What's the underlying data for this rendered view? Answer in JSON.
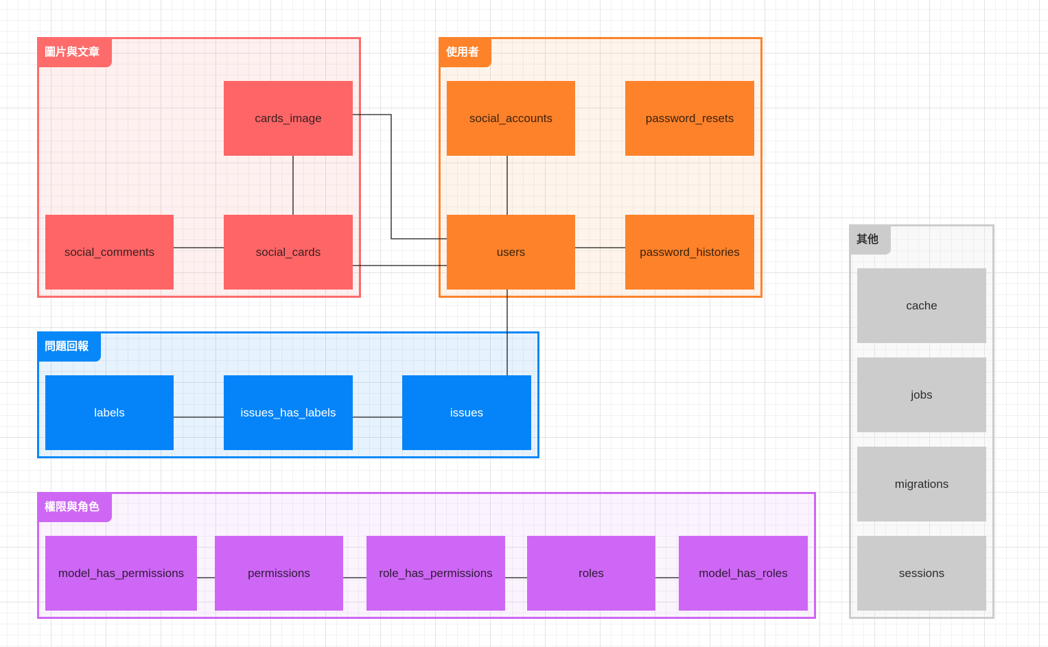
{
  "colors": {
    "red": "#fe6b6b",
    "orange": "#fe8229",
    "blue": "#0887f8",
    "purple": "#cd67f4",
    "gray": "#cccccc",
    "connector": "#1a1a1a"
  },
  "groups": {
    "images_posts": {
      "label": "圖片與文章"
    },
    "users": {
      "label": "使用者"
    },
    "issues": {
      "label": "問題回報"
    },
    "permissions_roles": {
      "label": "權限與角色"
    },
    "other": {
      "label": "其他"
    }
  },
  "tables": {
    "cards_image": "cards_image",
    "social_comments": "social_comments",
    "social_cards": "social_cards",
    "social_accounts": "social_accounts",
    "password_resets": "password_resets",
    "users": "users",
    "password_histories": "password_histories",
    "labels": "labels",
    "issues_has_labels": "issues_has_labels",
    "issues": "issues",
    "model_has_permissions": "model_has_permissions",
    "permissions": "permissions",
    "role_has_permissions": "role_has_permissions",
    "roles": "roles",
    "model_has_roles": "model_has_roles",
    "cache": "cache",
    "jobs": "jobs",
    "migrations": "migrations",
    "sessions": "sessions"
  },
  "relations": [
    [
      "cards_image",
      "social_cards"
    ],
    [
      "social_comments",
      "social_cards"
    ],
    [
      "cards_image",
      "users"
    ],
    [
      "social_cards",
      "users"
    ],
    [
      "social_accounts",
      "users"
    ],
    [
      "users",
      "password_histories"
    ],
    [
      "users",
      "issues"
    ],
    [
      "labels",
      "issues_has_labels"
    ],
    [
      "issues_has_labels",
      "issues"
    ],
    [
      "model_has_permissions",
      "permissions"
    ],
    [
      "permissions",
      "role_has_permissions"
    ],
    [
      "role_has_permissions",
      "roles"
    ],
    [
      "roles",
      "model_has_roles"
    ]
  ]
}
